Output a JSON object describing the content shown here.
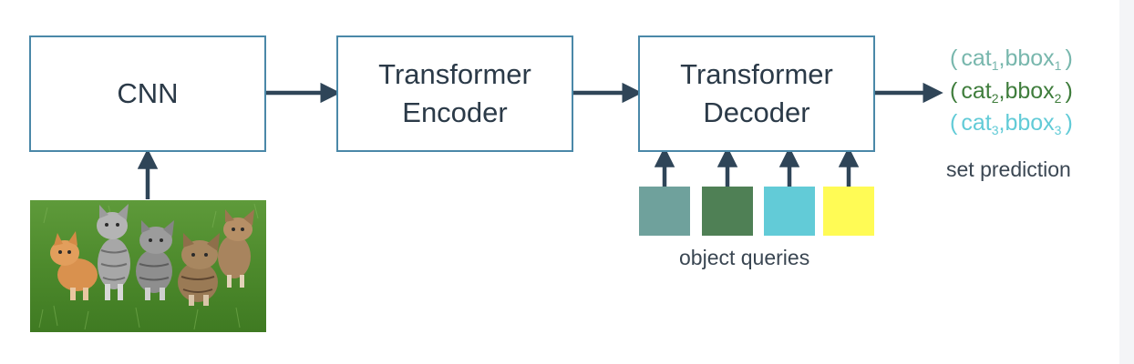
{
  "blocks": {
    "cnn": {
      "label": "CNN"
    },
    "encoder": {
      "label": "Transformer\nEncoder"
    },
    "decoder": {
      "label": "Transformer\nDecoder"
    }
  },
  "input_image": {
    "description": "photo of five kittens standing on green grass",
    "icon": "kittens-photo"
  },
  "queries": {
    "caption": "object queries",
    "colors": [
      "#6fa19c",
      "#4f8055",
      "#62cbd7",
      "#fffb55"
    ]
  },
  "predictions": {
    "caption": "set prediction",
    "items": [
      {
        "open": "(",
        "cat": "cat",
        "cat_sub": "1",
        "sep": ",",
        "bbox": "bbox",
        "bbox_sub": "1",
        "close": ")",
        "color": "#78b7ad"
      },
      {
        "open": "(",
        "cat": "cat",
        "cat_sub": "2",
        "sep": ",",
        "bbox": "bbox",
        "bbox_sub": "2",
        "close": ")",
        "color": "#3f7d3c"
      },
      {
        "open": "(",
        "cat": "cat",
        "cat_sub": "3",
        "sep": ",",
        "bbox": "bbox",
        "bbox_sub": "3",
        "close": ")",
        "color": "#62cbd7"
      }
    ]
  },
  "colors": {
    "box_border": "#4a88a8",
    "arrow": "#2f4558",
    "text": "#2b3a48"
  }
}
